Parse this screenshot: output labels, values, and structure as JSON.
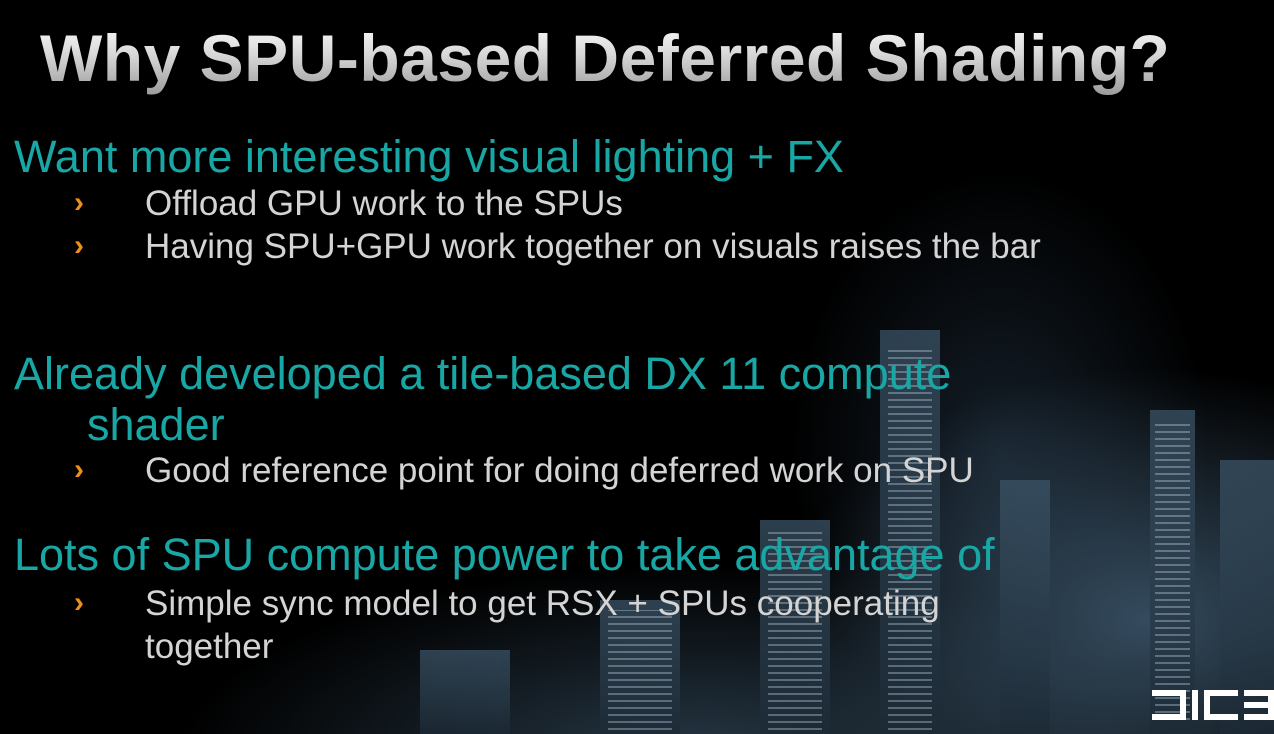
{
  "title": "Why SPU-based Deferred Shading?",
  "sections": [
    {
      "heading": "Want more interesting visual lighting + FX",
      "bullets": [
        "Offload GPU work to the SPUs",
        "Having SPU+GPU work together on visuals raises the bar"
      ]
    },
    {
      "heading_line1": "Already developed a tile-based DX 11 compute",
      "heading_line2": "shader",
      "bullets": [
        "Good reference point for doing deferred work on SPU"
      ]
    },
    {
      "heading": "Lots of SPU compute power to take advantage of",
      "bullets": [
        "Simple sync model to get RSX + SPUs cooperating together"
      ]
    }
  ],
  "bullet_glyph": "›",
  "logo": "DICE",
  "colors": {
    "heading": "#19a7a5",
    "bullet_text": "#d4d4d4",
    "arrow": "#f0901c"
  }
}
